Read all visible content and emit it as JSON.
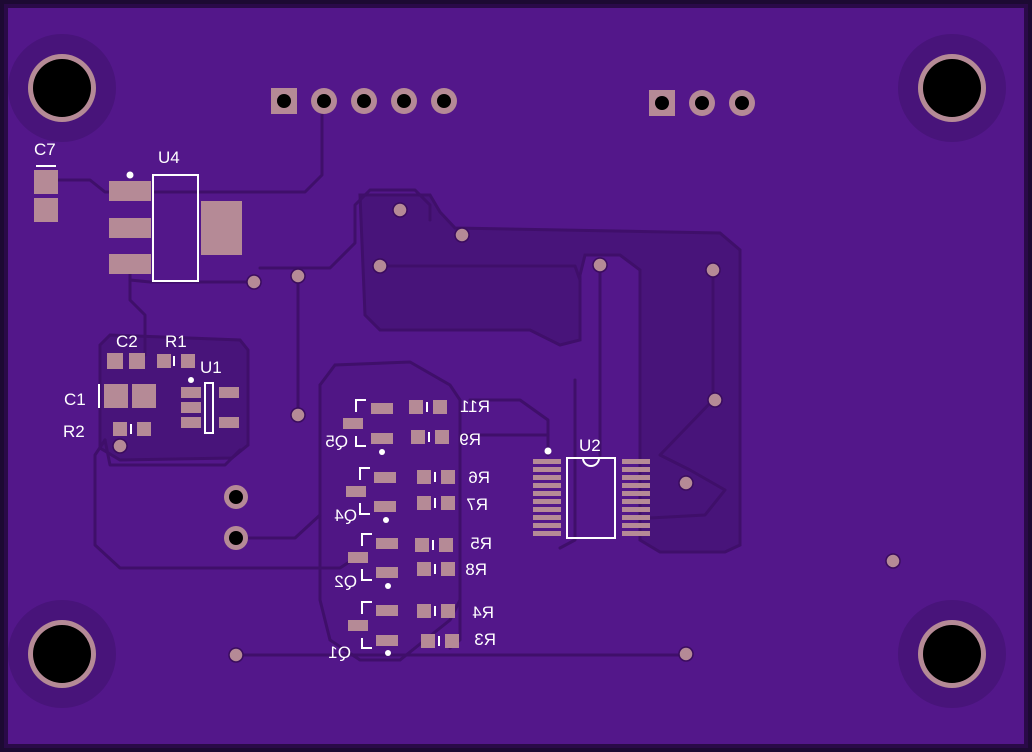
{
  "board": {
    "colors": {
      "soldermask": "#53178a",
      "copper_pour": "#48147a",
      "trace": "#3f0f6a",
      "pad": "#b58a96",
      "silkscreen": "#ffffff",
      "background": "#1d0a33"
    }
  },
  "labels": {
    "c7": "C7",
    "u4": "U4",
    "c2": "C2",
    "r1": "R1",
    "u1": "U1",
    "c1": "C1",
    "r2": "R2",
    "r11": "R11",
    "r9": "R9",
    "q5": "Q5",
    "r6": "R6",
    "r7": "R7",
    "q4": "Q4",
    "r5": "R5",
    "r8": "R8",
    "q2": "Q2",
    "r4": "R4",
    "r3": "R3",
    "q1": "Q1",
    "u2": "U2"
  },
  "headers": {
    "header_5pin_count": 5,
    "header_3pin_count": 3
  },
  "icons": {
    "mounting_hole": "mounting-hole-icon",
    "via": "via-icon",
    "pin1_marker": "pin1-dot-icon"
  }
}
